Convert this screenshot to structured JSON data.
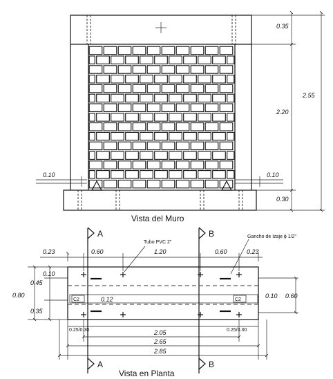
{
  "elevation": {
    "title": "Vista del Muro",
    "dims_right": [
      "0.35",
      "2.20",
      "0.30"
    ],
    "dim_total": "2.55",
    "dim_left_base": "0.10",
    "dim_right_base": "0.10"
  },
  "plan": {
    "title": "Vista en Planta",
    "section_a": "A",
    "section_b": "B",
    "label_tube": "Tubo PVC 2\"",
    "label_hook": "Gancho de Izaje ϕ 1/2\"",
    "top_dims": [
      "0.23",
      "0.60",
      "1.20",
      "0.60",
      "0.23"
    ],
    "left_dims": [
      "0.10",
      "0.45",
      "0.35"
    ],
    "left_total": "0.80",
    "right_dim_small": "0.10",
    "right_dim": "0.60",
    "inner_dim": "0.12",
    "c2_left": "C2",
    "c2_right": "C2",
    "small_left": "0.25/0.30",
    "small_right": "0.25/0.30",
    "bottom_dims": [
      "2.05",
      "2.65",
      "2.85"
    ]
  }
}
